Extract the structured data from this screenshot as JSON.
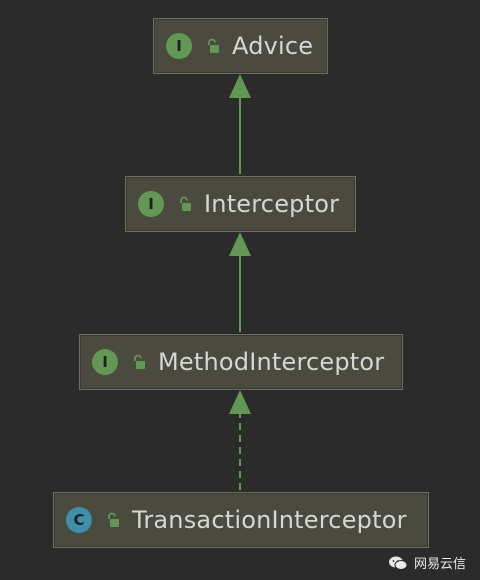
{
  "diagram": {
    "edge_color": "#629755",
    "nodes": [
      {
        "id": "advice",
        "label": "Advice",
        "kind": "interface",
        "badge_letter": "I",
        "icon": "unlock-icon"
      },
      {
        "id": "interceptor",
        "label": "Interceptor",
        "kind": "interface",
        "badge_letter": "I",
        "icon": "unlock-icon"
      },
      {
        "id": "method-interceptor",
        "label": "MethodInterceptor",
        "kind": "interface",
        "badge_letter": "I",
        "icon": "unlock-icon"
      },
      {
        "id": "transaction-interceptor",
        "label": "TransactionInterceptor",
        "kind": "class",
        "badge_letter": "C",
        "icon": "unlock-icon"
      }
    ],
    "edges": [
      {
        "from": "interceptor",
        "to": "advice",
        "style": "solid"
      },
      {
        "from": "method-interceptor",
        "to": "interceptor",
        "style": "solid"
      },
      {
        "from": "transaction-interceptor",
        "to": "method-interceptor",
        "style": "dashed"
      }
    ]
  },
  "watermark": {
    "text": "网易云信",
    "icon": "wechat-icon"
  }
}
